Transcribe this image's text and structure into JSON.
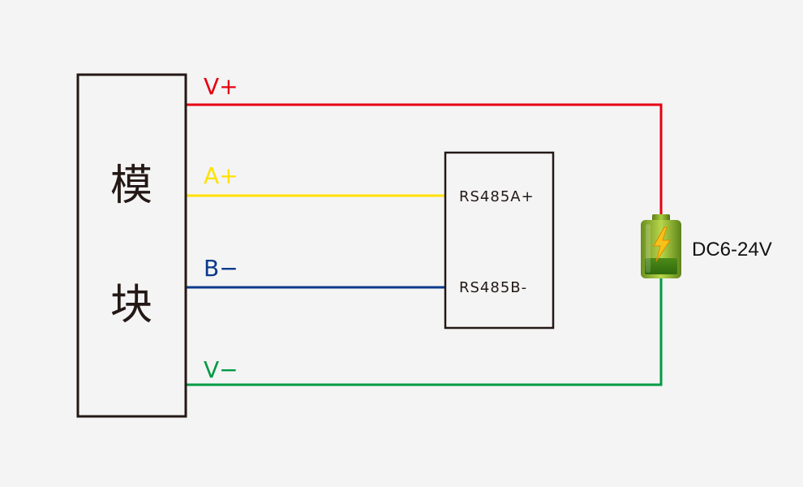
{
  "module": {
    "char_top": "模",
    "char_bottom": "块"
  },
  "wires": {
    "v_plus": {
      "label": "V+",
      "color": "#e60012"
    },
    "a_plus": {
      "label": "A+",
      "color": "#ffe100"
    },
    "b_minus": {
      "label": "B−",
      "color": "#0a3a8c"
    },
    "v_minus": {
      "label": "V−",
      "color": "#009a44"
    }
  },
  "converter": {
    "pin_a": "RS485A+",
    "pin_b": "RS485B-"
  },
  "power": {
    "label": "DC6-24V",
    "icon": "battery-charging-icon"
  },
  "colors": {
    "outline": "#231815",
    "background": "#f4f4f4"
  }
}
